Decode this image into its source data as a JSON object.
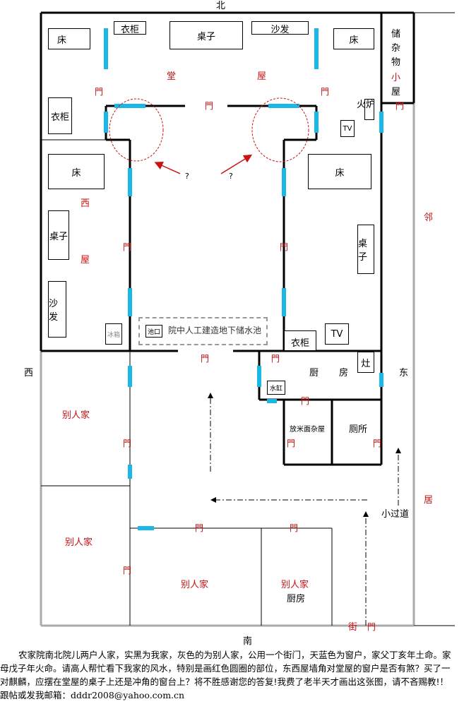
{
  "directions": {
    "north": "北",
    "south": "南",
    "west": "西",
    "east": "东"
  },
  "rooms": {
    "tangwu_1": "堂",
    "tangwu_2": "屋",
    "xiwu_1": "西",
    "xiwu_2": "屋",
    "storage": [
      "储",
      "杂",
      "物",
      "小",
      "屋"
    ],
    "kitchen_1": "厨",
    "kitchen_2": "房",
    "neighbor_chars": [
      "邻",
      "居"
    ],
    "other_family": "别人家",
    "other_kitchen": "厨房",
    "toilet": "厕所",
    "grain_room": "放米面杂屋",
    "passage": "小过道",
    "street_gate": "街"
  },
  "door": "門",
  "furniture": {
    "bed": "床",
    "wardrobe": "衣柜",
    "table": "桌子",
    "sofa": "沙发",
    "tv": "TV",
    "stove": "火炉",
    "cooktop": "灶",
    "water_vat": "水缸",
    "fridge": "冰箱",
    "pit": "池口"
  },
  "pool_label": "院中人工建造地下储水池",
  "question": "?",
  "caption": "农家院南北院儿两户人家，实黑为我家，灰色的为别人家，公用一个街门，天蓝色为窗户，家父丁亥年土命。家母戊子年火命。请高人帮忙看下我家的风水，特别是画红色圆圈的部位，东西屋墙角对堂屋的窗户是否有煞？买了一对麒麟，应摆在堂屋的桌子上还是冲角的窗台上？将不胜感谢您的答复!我费了老半天才画出这张图，请不吝赐教!！ 跟帖或发我邮箱：",
  "email": "dddr2008@yahoo.com.cn",
  "colors": {
    "wall": "#000000",
    "neighbor_wall": "#aaaaaa",
    "window": "#1ab8e6",
    "accent": "#cc1111"
  }
}
